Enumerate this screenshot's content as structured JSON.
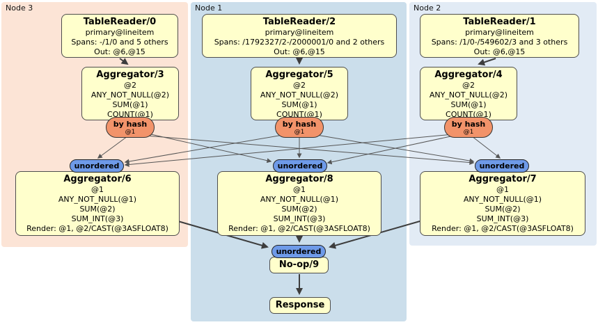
{
  "groups": [
    {
      "label": "Node 3"
    },
    {
      "label": "Node 1"
    },
    {
      "label": "Node 2"
    }
  ],
  "readers": [
    {
      "title": "TableReader/0",
      "index": "primary@lineitem",
      "spans": "Spans: -/1/0 and 5 others",
      "out": "Out: @6,@15"
    },
    {
      "title": "TableReader/2",
      "index": "primary@lineitem",
      "spans": "Spans: /1792327/2-/2000001/0 and 2 others",
      "out": "Out: @6,@15"
    },
    {
      "title": "TableReader/1",
      "index": "primary@lineitem",
      "spans": "Spans: /1/0-/549602/3 and 3 others",
      "out": "Out: @6,@15"
    }
  ],
  "hash_aggregators": [
    {
      "title": "Aggregator/3",
      "group_cols": "@2",
      "exprs": [
        "ANY_NOT_NULL(@2)",
        "SUM(@1)",
        "COUNT(@1)"
      ]
    },
    {
      "title": "Aggregator/5",
      "group_cols": "@2",
      "exprs": [
        "ANY_NOT_NULL(@2)",
        "SUM(@1)",
        "COUNT(@1)"
      ]
    },
    {
      "title": "Aggregator/4",
      "group_cols": "@2",
      "exprs": [
        "ANY_NOT_NULL(@2)",
        "SUM(@1)",
        "COUNT(@1)"
      ]
    }
  ],
  "final_aggregators": [
    {
      "title": "Aggregator/6",
      "group_cols": "@1",
      "exprs": [
        "ANY_NOT_NULL(@1)",
        "SUM(@2)",
        "SUM_INT(@3)"
      ],
      "render": "Render: @1, @2/CAST(@3ASFLOAT8)"
    },
    {
      "title": "Aggregator/8",
      "group_cols": "@1",
      "exprs": [
        "ANY_NOT_NULL(@1)",
        "SUM(@2)",
        "SUM_INT(@3)"
      ],
      "render": "Render: @1, @2/CAST(@3ASFLOAT8)"
    },
    {
      "title": "Aggregator/7",
      "group_cols": "@1",
      "exprs": [
        "ANY_NOT_NULL(@1)",
        "SUM(@2)",
        "SUM_INT(@3)"
      ],
      "render": "Render: @1, @2/CAST(@3ASFLOAT8)"
    }
  ],
  "routers": {
    "by_hash_label": "by hash",
    "by_hash_cols": "@1",
    "unordered_label": "unordered"
  },
  "sinks": {
    "noop_label": "No-op/9",
    "response_label": "Response"
  },
  "colors": {
    "node3_bg": "#fce4d6",
    "node1_bg": "#cbdeeb",
    "node2_bg": "#e2ebf5",
    "processor_fill": "#ffffcc",
    "hash_router_fill": "#f2936a",
    "unordered_fill": "#6e9ae8",
    "edge": "#444444"
  }
}
